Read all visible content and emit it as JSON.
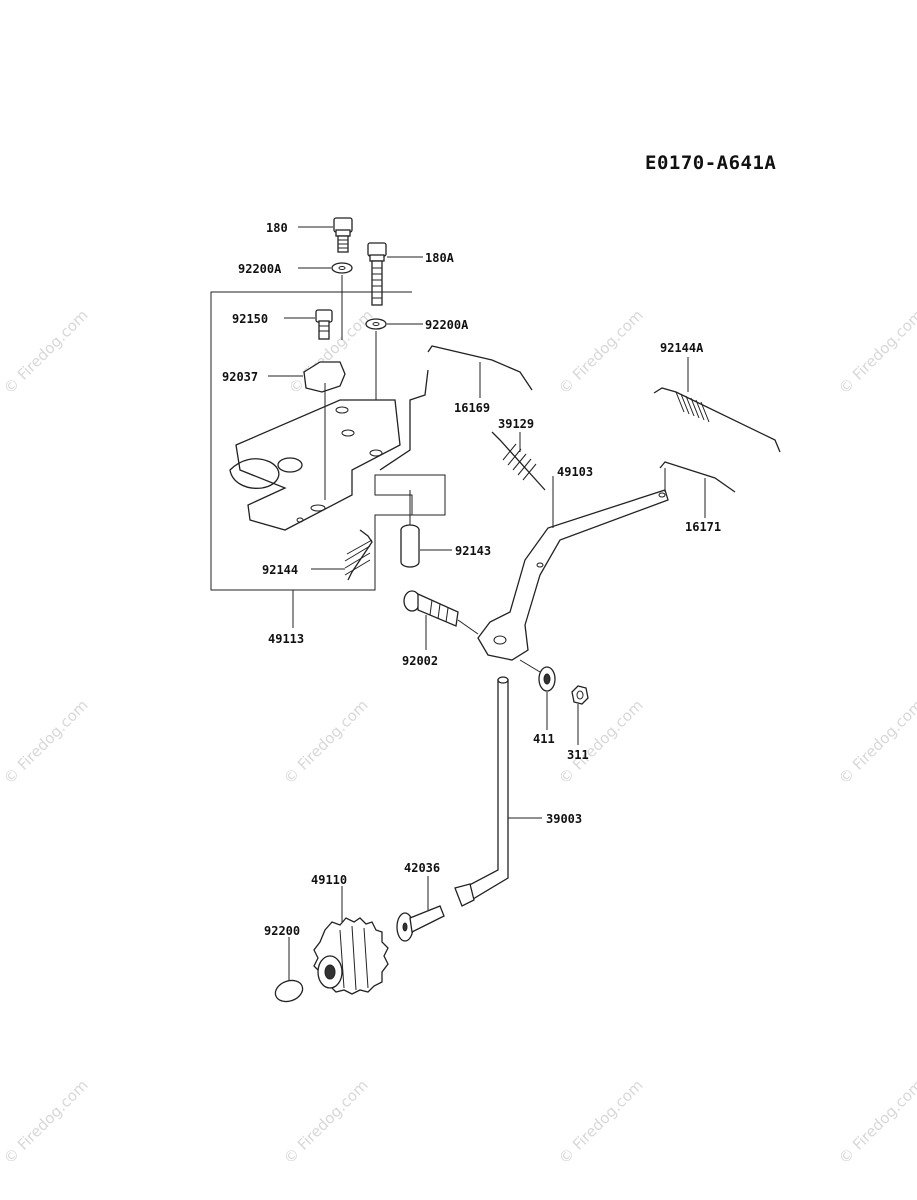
{
  "diagram_code": "E0170-A641A",
  "watermark_text": "© Firedog.com",
  "part_labels": {
    "p180": "180",
    "p180a": "180A",
    "p92200a_1": "92200A",
    "p92200a_2": "92200A",
    "p92150": "92150",
    "p92037": "92037",
    "p16169": "16169",
    "p92144a": "92144A",
    "p39129": "39129",
    "p49103": "49103",
    "p16171": "16171",
    "p92143": "92143",
    "p92144": "92144",
    "p49113": "49113",
    "p92002": "92002",
    "p411": "411",
    "p311": "311",
    "p39003": "39003",
    "p42036": "42036",
    "p49110": "49110",
    "p92200": "92200"
  }
}
